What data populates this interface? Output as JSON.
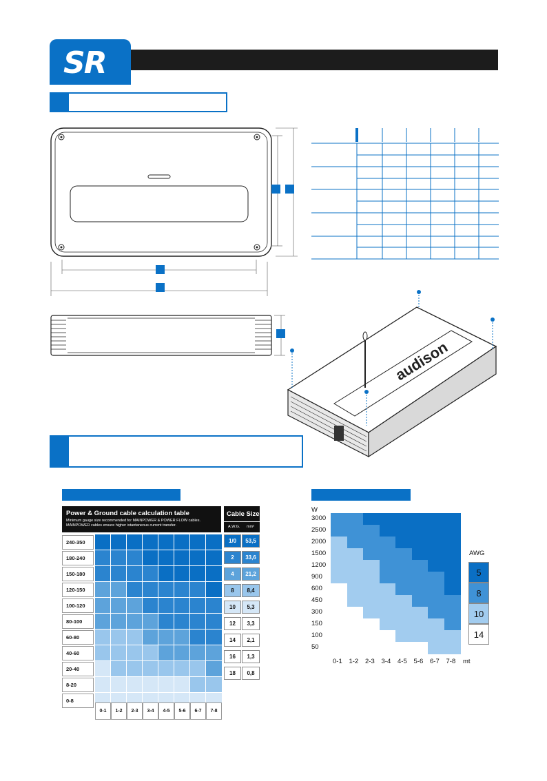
{
  "header": {
    "logo_text": "SR"
  },
  "cable_table": {
    "title": "Power & Ground cable calculation table",
    "subtitle": "Minimum gauge size recommended for MAINPOWER & POWER FLOW cables. MAINPOWER cables ensure higher istantaneous current transfer.",
    "cable_size_title": "Cable Size",
    "awg_label": "A.W.G.",
    "mm_label": "mm²",
    "rows": [
      "240-350",
      "180-240",
      "150-180",
      "120-150",
      "100-120",
      "80-100",
      "60-80",
      "40-60",
      "20-40",
      "8-20",
      "0-8"
    ],
    "cols": [
      "0-1",
      "1-2",
      "2-3",
      "3-4",
      "4-5",
      "5-6",
      "6-7",
      "7-8"
    ],
    "sizes": [
      {
        "awg": "1/0",
        "mm": "53,5"
      },
      {
        "awg": "2",
        "mm": "33,6"
      },
      {
        "awg": "4",
        "mm": "21,2"
      },
      {
        "awg": "8",
        "mm": "8,4"
      },
      {
        "awg": "10",
        "mm": "5,3"
      },
      {
        "awg": "12",
        "mm": "3,3"
      },
      {
        "awg": "14",
        "mm": "2,1"
      },
      {
        "awg": "16",
        "mm": "1,3"
      },
      {
        "awg": "18",
        "mm": "0,8"
      }
    ],
    "size_colors": [
      "#0a6fc4",
      "#2b84cf",
      "#5da3db",
      "#99c6ec",
      "#d5e7f7",
      "#ffffff",
      "#ffffff",
      "#ffffff",
      "#ffffff"
    ],
    "grid_levels": [
      [
        0,
        0,
        0,
        0,
        0,
        0,
        0,
        0
      ],
      [
        1,
        1,
        1,
        0,
        0,
        0,
        0,
        0
      ],
      [
        1,
        1,
        1,
        1,
        0,
        0,
        0,
        0
      ],
      [
        2,
        2,
        1,
        1,
        1,
        1,
        1,
        0
      ],
      [
        2,
        2,
        2,
        1,
        1,
        1,
        1,
        1
      ],
      [
        2,
        2,
        2,
        2,
        1,
        1,
        1,
        1
      ],
      [
        3,
        3,
        3,
        2,
        2,
        2,
        1,
        1
      ],
      [
        3,
        3,
        3,
        3,
        2,
        2,
        2,
        2
      ],
      [
        4,
        3,
        3,
        3,
        3,
        3,
        3,
        2
      ],
      [
        4,
        4,
        4,
        4,
        4,
        4,
        3,
        3
      ],
      [
        4,
        4,
        4,
        4,
        4,
        4,
        4,
        4
      ]
    ],
    "level_colors": [
      "#0a6fc4",
      "#2b84cf",
      "#5da3db",
      "#99c6ec",
      "#d5e7f7"
    ]
  },
  "chart_data": {
    "type": "heatmap",
    "ylabel": "W",
    "y_ticks": [
      "3000",
      "2500",
      "2000",
      "1500",
      "1200",
      "900",
      "600",
      "450",
      "300",
      "150",
      "100",
      "50"
    ],
    "x_ticks": [
      "0-1",
      "1-2",
      "2-3",
      "3-4",
      "4-5",
      "5-6",
      "6-7",
      "7-8"
    ],
    "x_unit": "mt",
    "legend_title": "AWG",
    "legend": [
      {
        "label": "5",
        "color": "#0a6fc4"
      },
      {
        "label": "8",
        "color": "#3f92d6"
      },
      {
        "label": "10",
        "color": "#a2ccef"
      },
      {
        "label": "14",
        "color": "#ffffff"
      }
    ],
    "thresholds": {
      "awg5_start_row": [
        12,
        12,
        11,
        0,
        0,
        0,
        0,
        0
      ],
      "awg8_start_row": [
        12,
        0,
        0,
        0,
        0,
        0,
        0,
        0
      ],
      "awg10_start_row": [
        0,
        0,
        0,
        0,
        0,
        0,
        0,
        0
      ],
      "levels_by_col": [
        [
          1,
          1,
          2,
          2,
          2,
          2,
          3,
          3,
          3,
          3,
          3,
          3
        ],
        [
          1,
          1,
          1,
          2,
          2,
          2,
          2,
          2,
          3,
          3,
          3,
          3
        ],
        [
          0,
          1,
          1,
          1,
          2,
          2,
          2,
          2,
          2,
          3,
          3,
          3
        ],
        [
          0,
          0,
          1,
          1,
          1,
          1,
          2,
          2,
          2,
          2,
          3,
          3
        ],
        [
          0,
          0,
          0,
          1,
          1,
          1,
          1,
          2,
          2,
          2,
          2,
          3
        ],
        [
          0,
          0,
          0,
          0,
          1,
          1,
          1,
          1,
          2,
          2,
          2,
          3
        ],
        [
          0,
          0,
          0,
          0,
          0,
          1,
          1,
          1,
          1,
          2,
          2,
          2
        ],
        [
          0,
          0,
          0,
          0,
          0,
          0,
          0,
          1,
          1,
          1,
          2,
          2
        ]
      ]
    }
  }
}
